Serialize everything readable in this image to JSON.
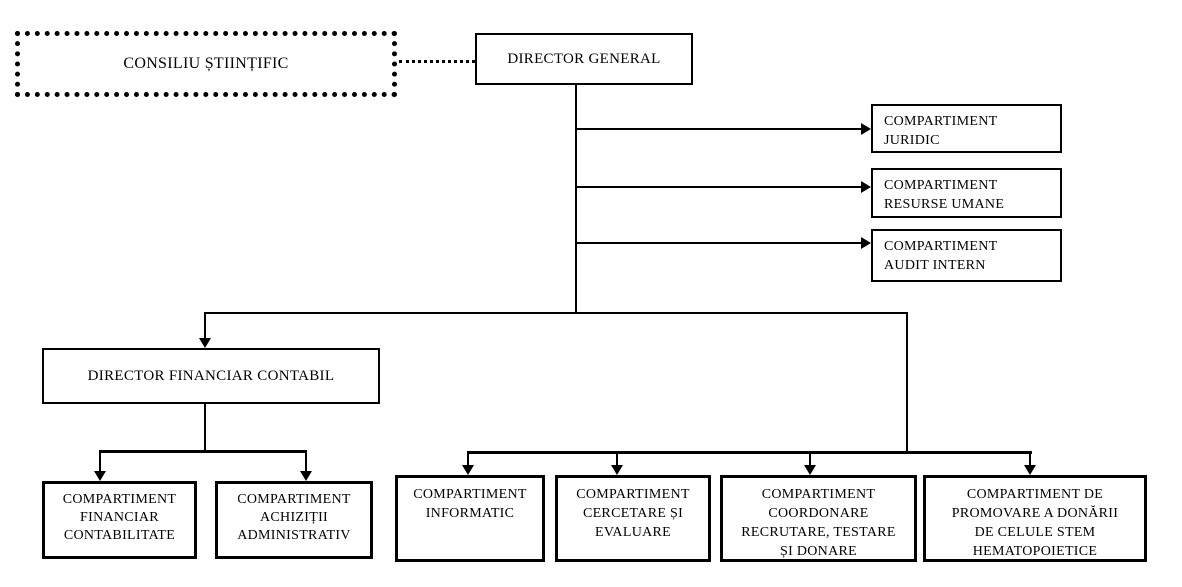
{
  "colors": {
    "line": "#000000",
    "background": "#ffffff",
    "text": "#000000"
  },
  "nodes": {
    "consiliu_stiintific": {
      "label": "CONSILIU ȘTIINȚIFIC"
    },
    "director_general": {
      "label": "DIRECTOR GENERAL"
    },
    "comp_juridic": {
      "label": "COMPARTIMENT\nJURIDIC"
    },
    "comp_resurse_umane": {
      "label": "COMPARTIMENT\nRESURSE UMANE"
    },
    "comp_audit_intern": {
      "label": "COMPARTIMENT\nAUDIT INTERN"
    },
    "director_financiar_contabil": {
      "label": "DIRECTOR FINANCIAR CONTABIL"
    },
    "comp_financiar_contabilitate": {
      "label": "COMPARTIMENT\nFINANCIAR\nCONTABILITATE"
    },
    "comp_achizitii_administrativ": {
      "label": "COMPARTIMENT\nACHIZIȚII\nADMINISTRATIV"
    },
    "comp_informatic": {
      "label": "COMPARTIMENT\nINFORMATIC"
    },
    "comp_cercetare_evaluare": {
      "label": "COMPARTIMENT\nCERCETARE ȘI\nEVALUARE"
    },
    "comp_coordonare": {
      "label": "COMPARTIMENT\nCOORDONARE\nRECRUTARE, TESTARE\nȘI DONARE"
    },
    "comp_promovare": {
      "label": "COMPARTIMENT DE\nPROMOVARE A DONĂRII\nDE CELULE STEM\nHEMATOPOIETICE"
    }
  },
  "edges": [
    {
      "from": "consiliu_stiintific",
      "to": "director_general",
      "style": "dotted"
    },
    {
      "from": "director_general",
      "to": "comp_juridic",
      "style": "arrow"
    },
    {
      "from": "director_general",
      "to": "comp_resurse_umane",
      "style": "arrow"
    },
    {
      "from": "director_general",
      "to": "comp_audit_intern",
      "style": "arrow"
    },
    {
      "from": "director_general",
      "to": "director_financiar_contabil",
      "style": "arrow"
    },
    {
      "from": "director_general",
      "to": "comp_informatic",
      "style": "arrow"
    },
    {
      "from": "director_general",
      "to": "comp_cercetare_evaluare",
      "style": "arrow"
    },
    {
      "from": "director_general",
      "to": "comp_coordonare",
      "style": "arrow"
    },
    {
      "from": "director_general",
      "to": "comp_promovare",
      "style": "arrow"
    },
    {
      "from": "director_financiar_contabil",
      "to": "comp_financiar_contabilitate",
      "style": "arrow"
    },
    {
      "from": "director_financiar_contabil",
      "to": "comp_achizitii_administrativ",
      "style": "arrow"
    }
  ]
}
